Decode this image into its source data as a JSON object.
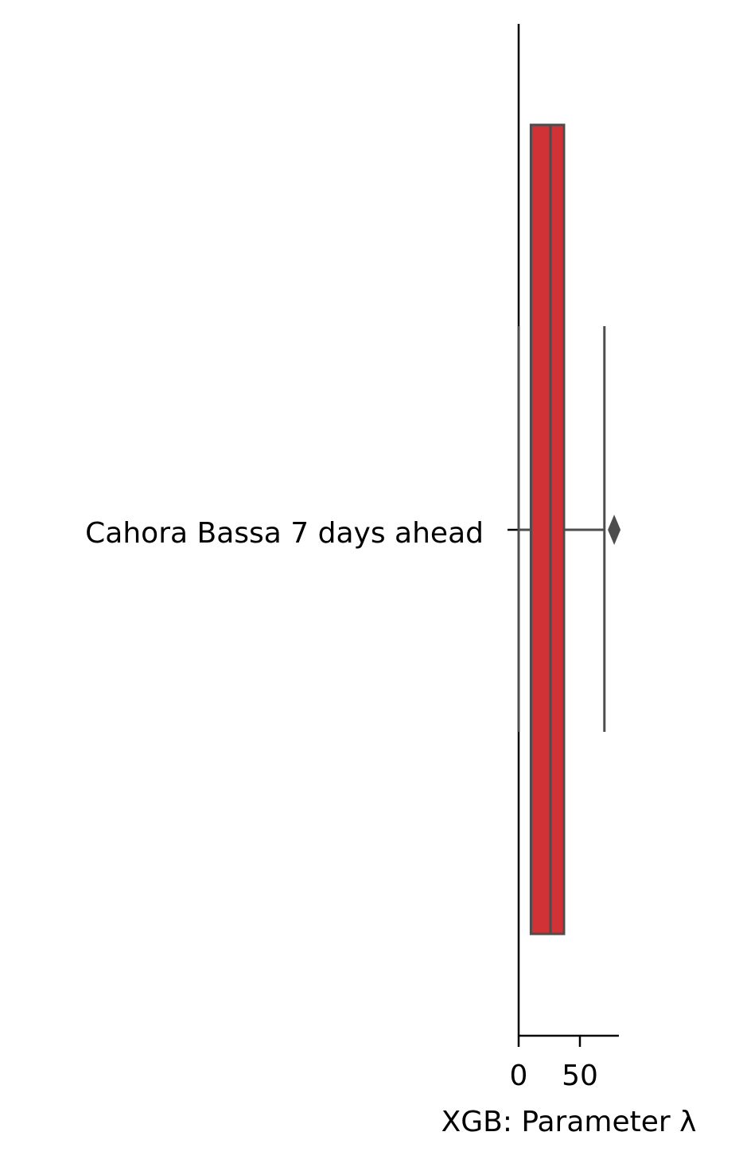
{
  "chart_data": {
    "type": "box",
    "orientation": "horizontal",
    "categories": [
      "Cahora Bassa 7 days ahead"
    ],
    "xlabel": "XGB: Parameter λ",
    "ylabel": "",
    "xlim": [
      0,
      82
    ],
    "xticks": [
      0,
      50
    ],
    "xtick_labels": [
      "0",
      "50"
    ],
    "grid": false,
    "series": [
      {
        "category": "Cahora Bassa 7 days ahead",
        "whisker_low": 0,
        "q1": 10,
        "median": 26,
        "q3": 37,
        "whisker_high": 70,
        "outliers": [
          78
        ],
        "color": "#d03236",
        "edge_color": "#4d4d4d"
      }
    ]
  }
}
